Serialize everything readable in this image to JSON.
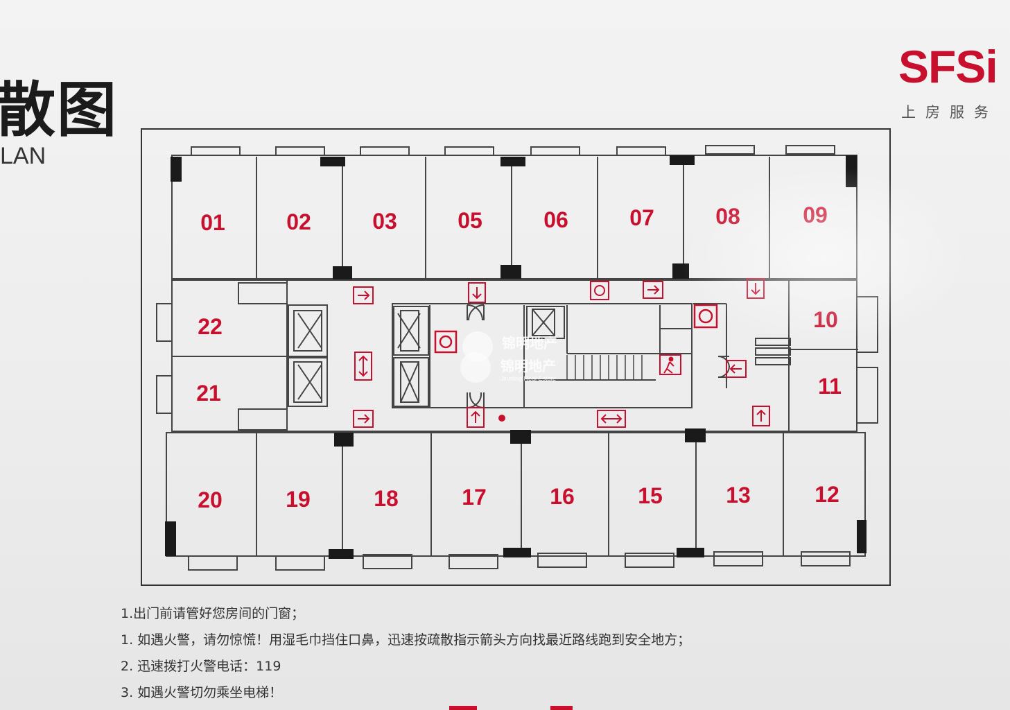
{
  "sign": {
    "title_cn": "散图",
    "title_en": "LAN"
  },
  "logo": {
    "brand": "SFSi",
    "sub": "上房服务"
  },
  "rooms": {
    "top": [
      "01",
      "02",
      "03",
      "05",
      "06",
      "07",
      "08",
      "09"
    ],
    "bottom": [
      "20",
      "19",
      "18",
      "17",
      "16",
      "15",
      "13",
      "12"
    ],
    "left": [
      "22",
      "21"
    ],
    "right": [
      "10",
      "11"
    ]
  },
  "watermark": {
    "cn_1": "锦明地产",
    "cn_2": "锦明地产",
    "en": "Jinming Real Estate"
  },
  "notes": [
    "1.出门前请管好您房间的门窗；",
    "1. 如遇火警，请勿惊慌！用湿毛巾挡住口鼻，迅速按疏散指示箭头方向找最近路线跑到安全地方；",
    "2. 迅速拨打火警电话：119",
    "3. 如遇火警切勿乘坐电梯！"
  ],
  "colors": {
    "room_number": "#c8102e",
    "wall": "#1a1a1a",
    "line": "#444444",
    "exit_sign": "#c8102e",
    "brand": "#c8102e"
  },
  "icons": [
    "exit-arrow-icon",
    "elevator-icon",
    "fire-hose-icon",
    "running-man-exit-icon",
    "fire-alarm-icon",
    "stairs-icon"
  ]
}
